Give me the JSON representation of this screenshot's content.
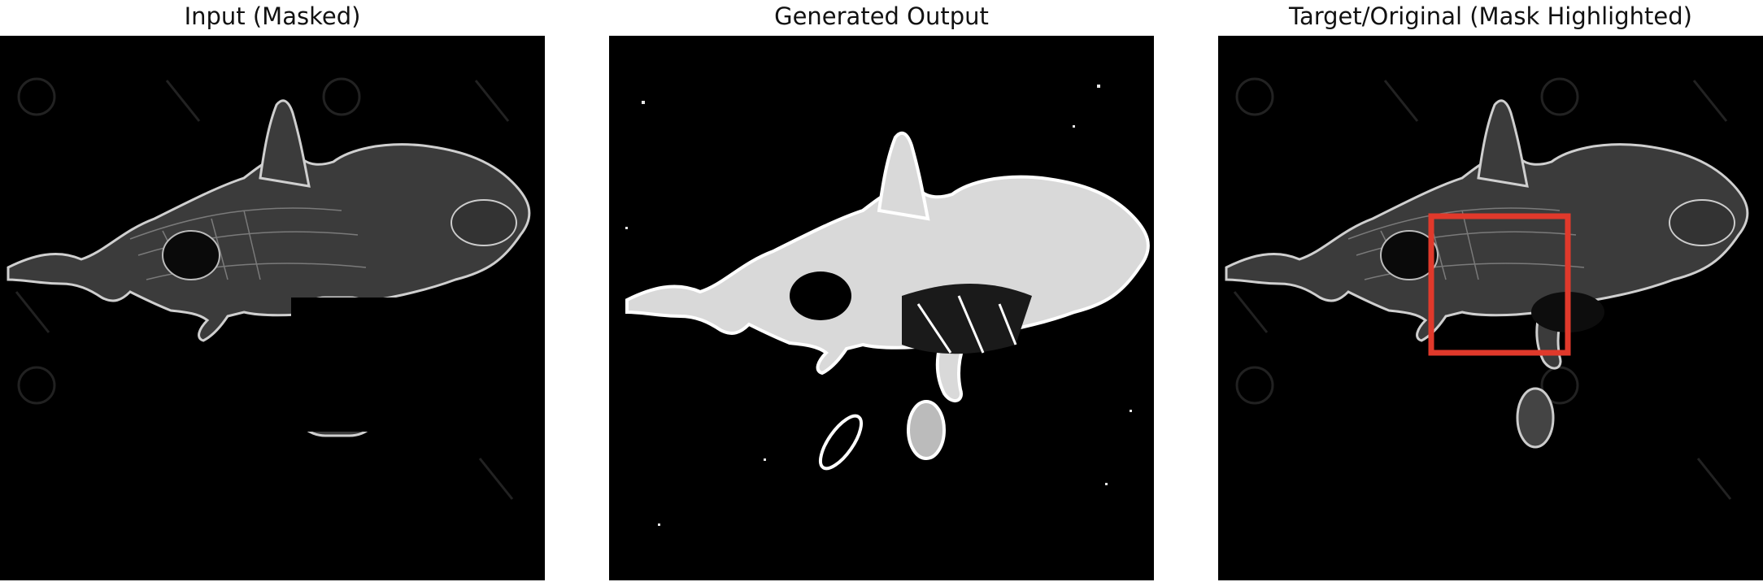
{
  "panels": [
    {
      "title": "Input (Masked)"
    },
    {
      "title": "Generated Output"
    },
    {
      "title": "Target/Original (Mask Highlighted)"
    }
  ],
  "colors": {
    "background": "#000000",
    "edges": "#d8d8d8",
    "generated_edges": "#ffffff",
    "mask_highlight": "#e0392b"
  }
}
